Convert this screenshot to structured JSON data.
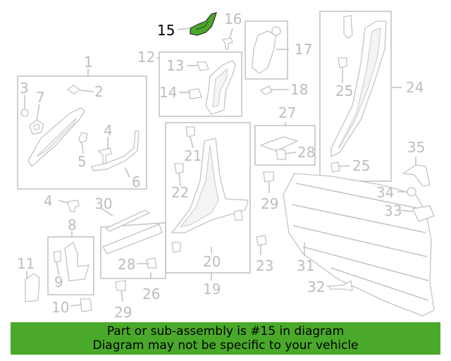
{
  "highlighted_part": "15",
  "callouts": {
    "c1": "1",
    "c2": "2",
    "c3": "3",
    "c4a": "4",
    "c4b": "4",
    "c5": "5",
    "c6": "6",
    "c7": "7",
    "c8": "8",
    "c9": "9",
    "c10": "10",
    "c11": "11",
    "c12": "12",
    "c13": "13",
    "c14": "14",
    "c15": "15",
    "c16": "16",
    "c17": "17",
    "c18": "18",
    "c19": "19",
    "c20": "20",
    "c21": "21",
    "c22": "22",
    "c23": "23",
    "c24": "24",
    "c25a": "25",
    "c25b": "25",
    "c26": "26",
    "c27": "27",
    "c28a": "28",
    "c28b": "28",
    "c29a": "29",
    "c29b": "29",
    "c30": "30",
    "c31": "31",
    "c32": "32",
    "c33": "33",
    "c34": "34",
    "c35": "35"
  },
  "banner": {
    "line1": "Part or sub-assembly is #15 in diagram",
    "line2": "Diagram may not be specific to your vehicle"
  },
  "colors": {
    "highlight": "#4aa82a",
    "line": "#c4c4c4",
    "label": "#bdbdbd"
  }
}
